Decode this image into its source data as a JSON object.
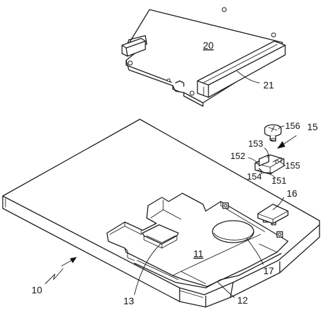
{
  "labels": {
    "part_20": "20",
    "part_21": "21",
    "part_156": "156",
    "part_15": "15",
    "part_153": "153",
    "part_152": "152",
    "part_155": "155",
    "part_154": "154",
    "part_151": "151",
    "part_16": "16",
    "part_11": "11",
    "part_17": "17",
    "part_10": "10",
    "part_13": "13",
    "part_12": "12"
  }
}
